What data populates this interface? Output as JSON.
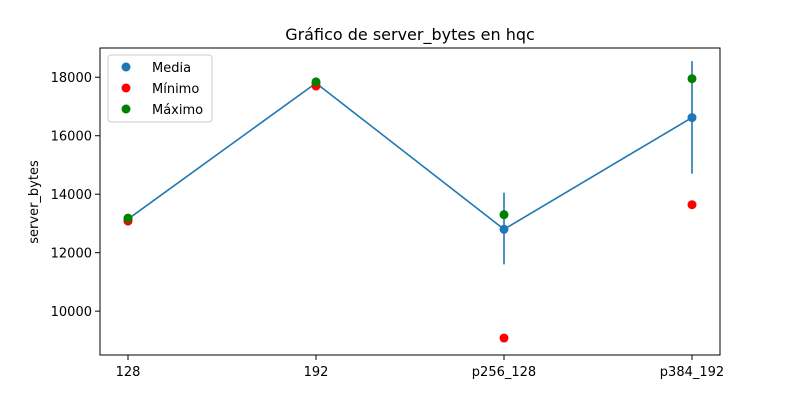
{
  "chart_data": {
    "type": "scatter",
    "title": "Gráfico de server_bytes en hqc",
    "xlabel": "",
    "ylabel": "server_bytes",
    "categories": [
      "128",
      "192",
      "p256_128",
      "p384_192"
    ],
    "ylim": [
      8500,
      19000
    ],
    "yticks": [
      10000,
      12000,
      14000,
      16000,
      18000
    ],
    "grid": false,
    "legend_position": "top-left",
    "series": [
      {
        "name": "Media",
        "kind": "line+errorbar",
        "color": "#1f77b4",
        "values": [
          13150,
          17800,
          12800,
          16620
        ],
        "error_low": [
          13150,
          17800,
          11600,
          14700
        ],
        "error_high": [
          13150,
          17800,
          14050,
          18550
        ]
      },
      {
        "name": "Mínimo",
        "kind": "scatter",
        "color": "#ff0000",
        "values": [
          13080,
          17700,
          9080,
          13640
        ]
      },
      {
        "name": "Máximo",
        "kind": "scatter",
        "color": "#008000",
        "values": [
          13180,
          17840,
          13300,
          17950
        ]
      }
    ]
  }
}
